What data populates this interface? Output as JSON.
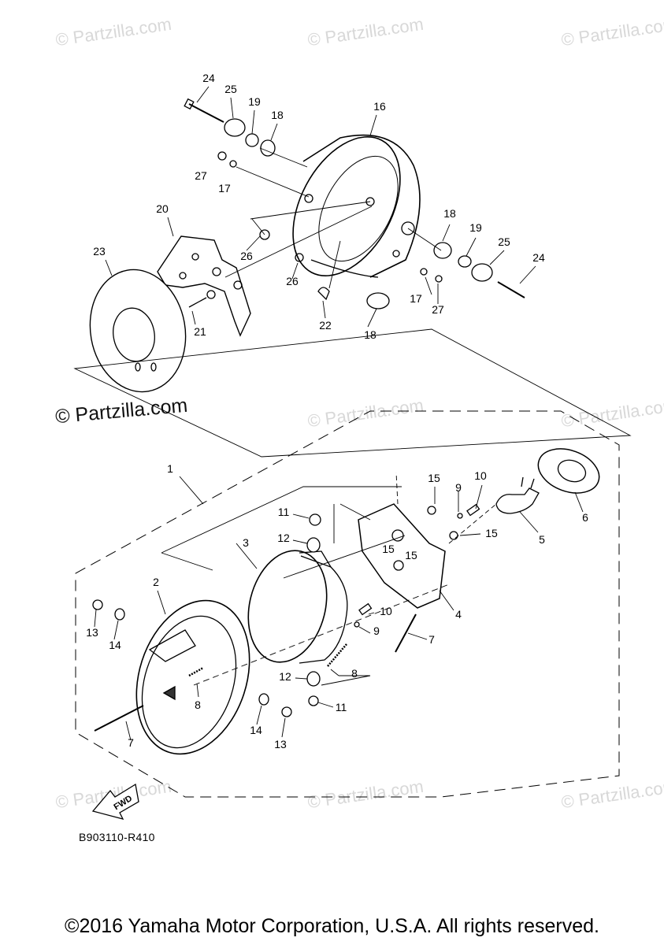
{
  "watermark": "© Partzilla.com",
  "drawing_code": "B903110-R410",
  "copyright": "©2016 Yamaha Motor Corporation, U.S.A. All rights reserved.",
  "fwd_label": "FWD",
  "callouts": [
    "24",
    "25",
    "19",
    "18",
    "16",
    "27",
    "17",
    "20",
    "23",
    "26",
    "26",
    "22",
    "18",
    "18",
    "19",
    "25",
    "24",
    "17",
    "27",
    "21",
    "1",
    "15",
    "9",
    "10",
    "11",
    "12",
    "3",
    "15",
    "15",
    "15",
    "6",
    "5",
    "2",
    "13",
    "14",
    "10",
    "9",
    "4",
    "7",
    "8",
    "8",
    "12",
    "11",
    "14",
    "13",
    "7"
  ]
}
